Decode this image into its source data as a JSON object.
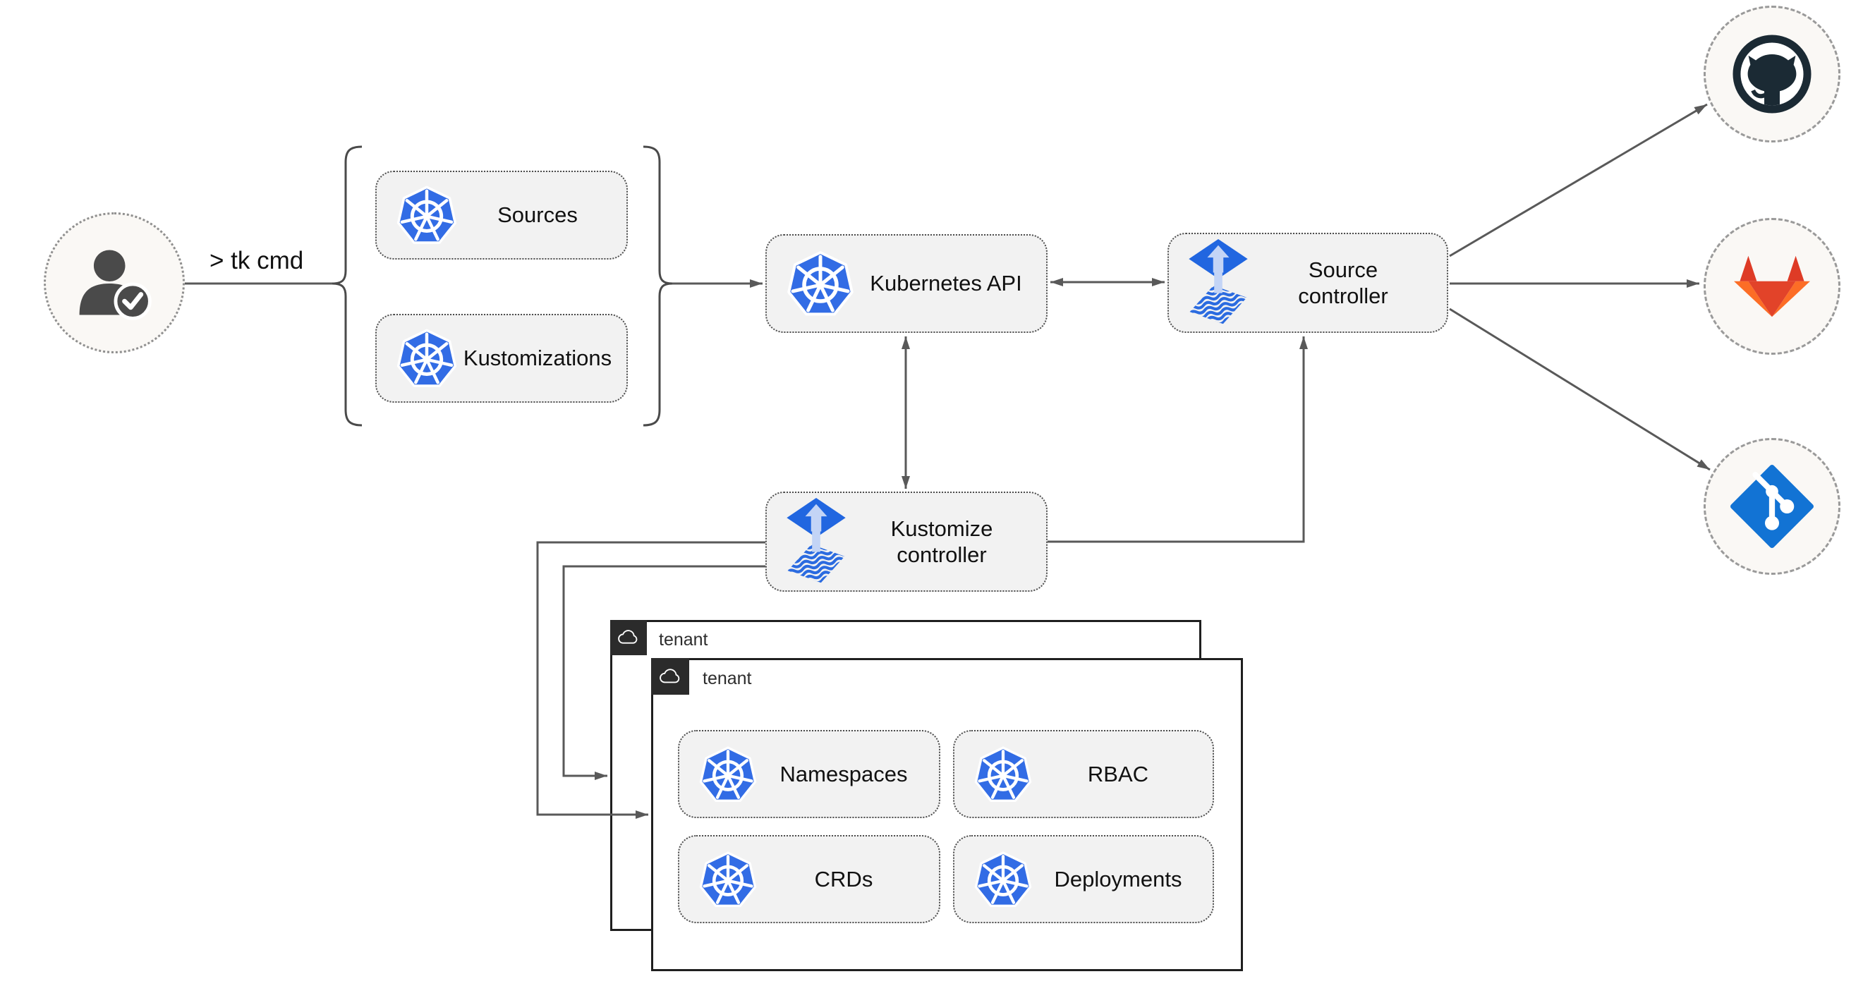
{
  "user": {
    "cmd_label": "> tk cmd"
  },
  "crd_group": {
    "items": [
      "Sources",
      "Kustomizations"
    ]
  },
  "cluster": {
    "api_label": "Kubernetes API",
    "source_controller_label": "Source controller",
    "kustomize_controller_label": "Kustomize controller"
  },
  "tenants": {
    "back": {
      "label": "tenant"
    },
    "front": {
      "label": "tenant",
      "resources": [
        "Namespaces",
        "RBAC",
        "CRDs",
        "Deployments"
      ]
    }
  },
  "remotes": [
    "github",
    "gitlab",
    "git"
  ],
  "icons": {
    "user": "user-check-icon",
    "kubernetes": "kubernetes-icon",
    "flux": "flux-controller-icon",
    "cloud": "cloud-icon",
    "github": "github-icon",
    "gitlab": "gitlab-icon",
    "git": "git-icon"
  },
  "colors": {
    "kubernetes_blue": "#326ce5",
    "flux_blue": "#2166e0",
    "flux_arrow_light": "#c3d4f6",
    "git_blue": "#1273d4",
    "github_dark": "#1b2a34",
    "gitlab_red": "#e24329",
    "gitlab_dark_red": "#de3b26",
    "gitlab_orange": "#fc6d26",
    "wire_gray": "#595959",
    "chip_fill": "#f2f2f2",
    "tenant_tab": "#2b2b2b"
  }
}
